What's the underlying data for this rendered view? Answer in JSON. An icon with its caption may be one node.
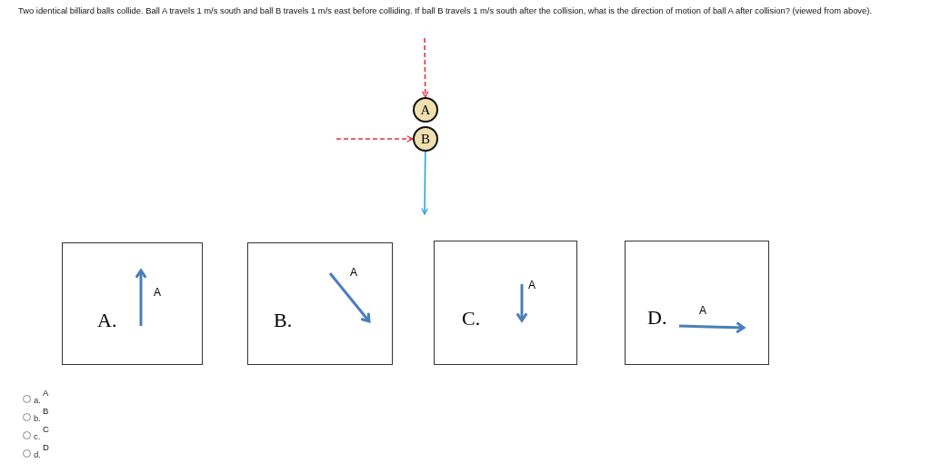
{
  "diagram": {
    "title": "Two identical billiard balls collide. Ball A travels 1 m/s south and ball B travels 1 m/s east before colliding.  If ball B travels 1 m/s south after the collision, what is the direction of motion of ball A after collision? (viewed from above).",
    "nodes": [
      {
        "text": [
          "A"
        ]
      },
      {
        "text": [
          "B"
        ]
      },
      {
        "text": [
          "A.",
          "A"
        ]
      },
      {
        "text": [
          "B.",
          "A"
        ]
      },
      {
        "text": [
          "C.",
          "A"
        ]
      },
      {
        "text": [
          "D.",
          "A"
        ]
      }
    ],
    "edges": [
      {
        "from": null,
        "to": 0,
        "arrow": "to",
        "style": "dashed",
        "color": "#e8313f"
      },
      {
        "from": null,
        "to": 1,
        "arrow": "to",
        "style": "dashed",
        "color": "#e8313f"
      },
      {
        "from": 1,
        "to": null,
        "arrow": "to",
        "color": "#2aa3e2"
      }
    ],
    "labels": [
      "a.",
      "A",
      "b.",
      "B",
      "c.",
      "C",
      "d.",
      "D"
    ]
  }
}
